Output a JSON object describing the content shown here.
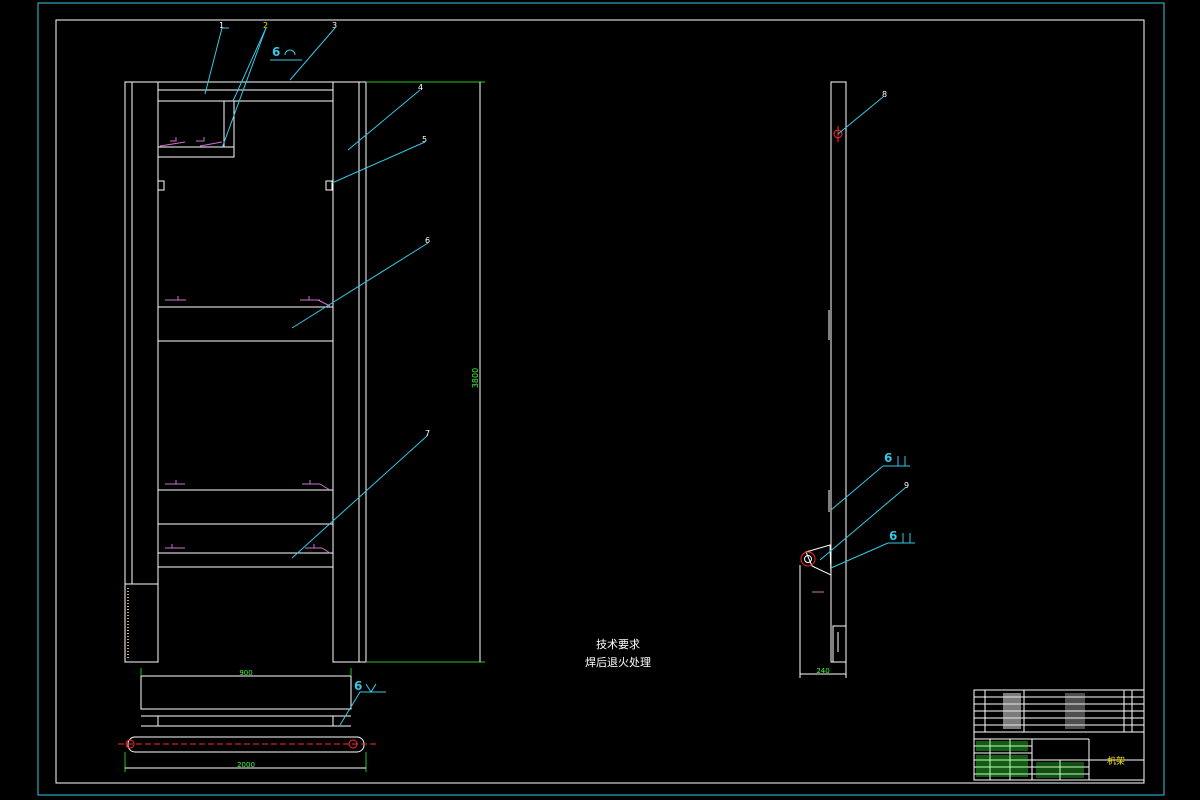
{
  "drawing": {
    "technical_requirements_title": "技术要求",
    "technical_requirements_text": "焊后退火处理",
    "weld_symbol": "6"
  },
  "callouts": {
    "front_view": [
      "1",
      "2",
      "3",
      "4",
      "5",
      "6",
      "7"
    ],
    "side_view": [
      "8",
      "9"
    ]
  },
  "dimensions": {
    "height": "3800",
    "width": "900",
    "overall_width": "2000",
    "side_width": "240"
  },
  "title_block": {
    "drawing_name": "机架"
  },
  "colors": {
    "background": "#000000",
    "lines": "#ffffff",
    "leaders": "#37c7e6",
    "dimensions": "#20c820",
    "weld_marks": "#d070d0",
    "centers": "#ff2a2a"
  }
}
